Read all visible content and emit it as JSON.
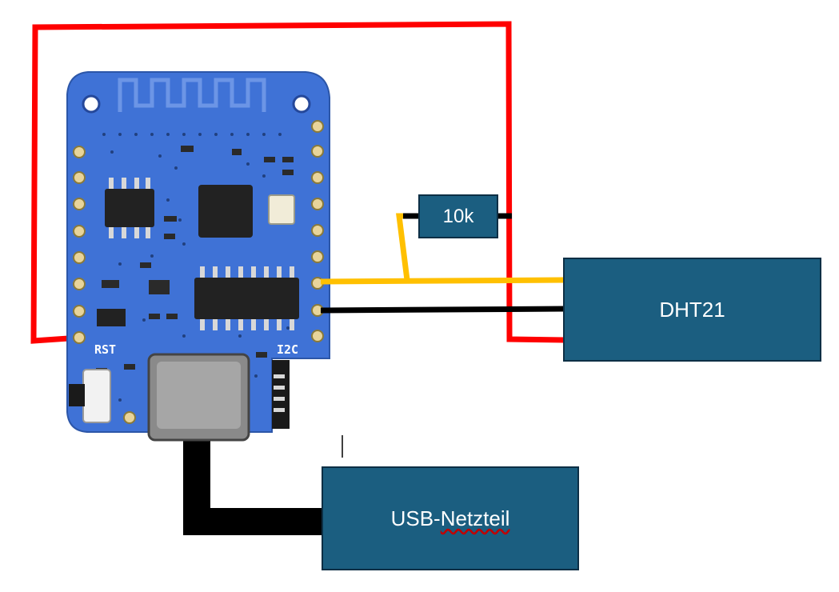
{
  "colors": {
    "box_fill": "#1b5e80",
    "box_border": "#0d2f45",
    "board_blue": "#3f72d6",
    "wire_power": "#ff0000",
    "wire_data": "#ffc000",
    "wire_ground": "#000000",
    "chip": "#222222",
    "pin_gold": "#e8d49a"
  },
  "sensor": {
    "label": "DHT21"
  },
  "power_supply": {
    "label_main": "USB-",
    "label_flagged": "Netzteil"
  },
  "resistor": {
    "label": "10k"
  },
  "board": {
    "reset_label": "RST",
    "i2c_label": "I2C"
  }
}
